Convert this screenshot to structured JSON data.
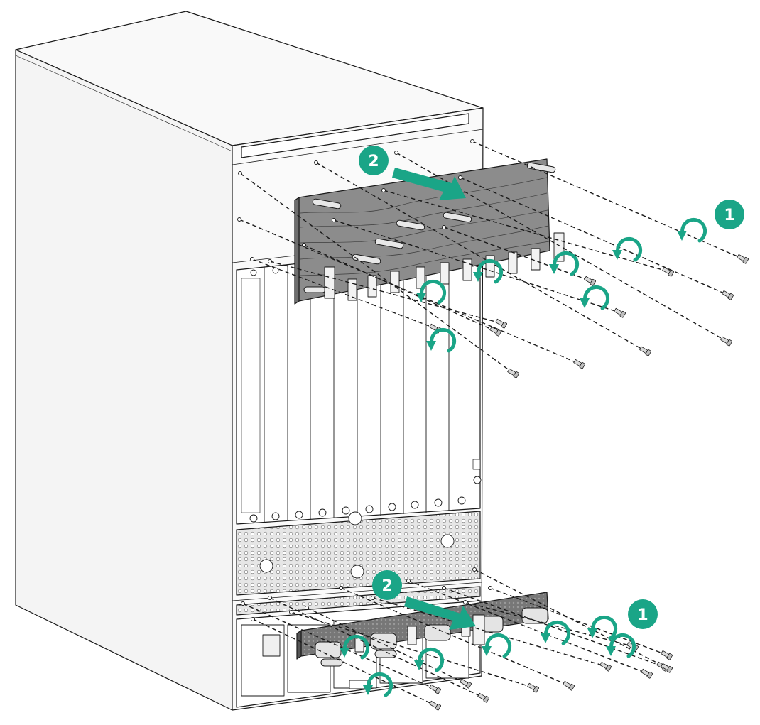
{
  "steps": {
    "upper_step1": "1",
    "upper_step2": "2",
    "lower_step1": "1",
    "lower_step2": "2"
  },
  "colors": {
    "accent": "#1aa587",
    "line": "#1a1a1a",
    "panel": "#8c8c8c",
    "chassis": "#f7f7f7",
    "callout_text": "#ffffff"
  },
  "icons": {
    "rotate": "counterclockwise-rotate-arrow-icon",
    "pull": "pull-direction-arrow-icon",
    "screw": "captive-screw-icon"
  }
}
